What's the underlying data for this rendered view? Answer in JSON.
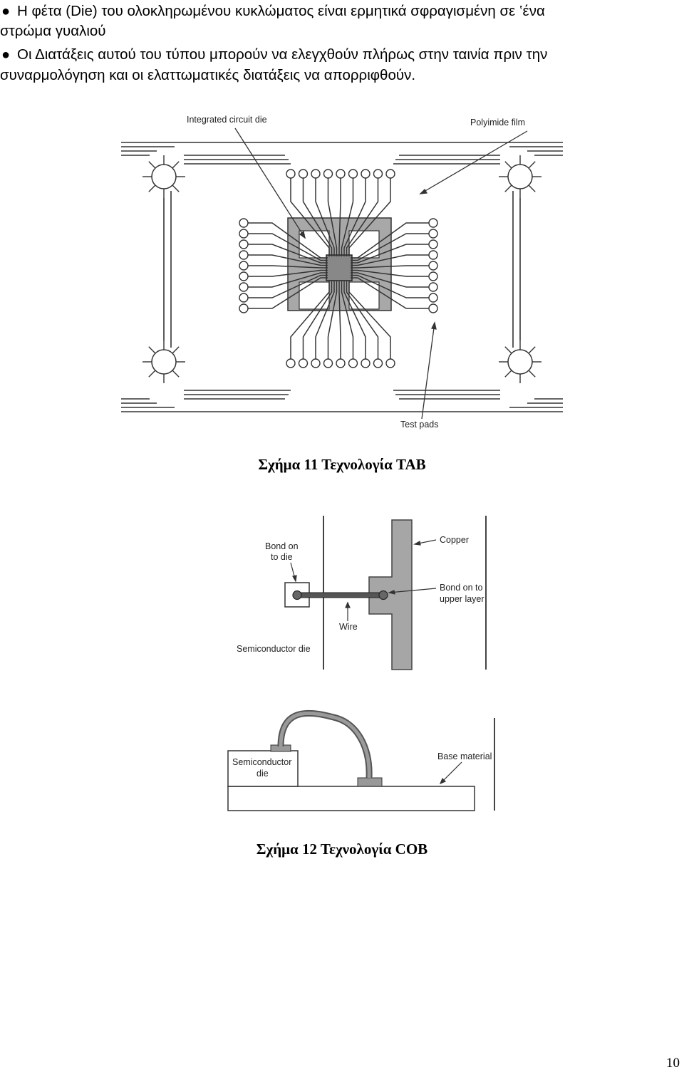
{
  "text": {
    "bullet1_line1": "Η φέτα (Die) του ολοκληρωμένου κυκλώματος είναι ερμητικά σφραγισμένη σε ‛ένα",
    "bullet1_line2": "στρώμα γυαλιού",
    "bullet2_line1": "Οι Διατάξεις αυτού του τύπου μπορούν να ελεγχθούν πλήρως στην ταινία πριν την",
    "bullet2_line2": "συναρμολόγηση και οι ελαττωματικές διατάξεις να απορριφθούν."
  },
  "figure11": {
    "label_die": "Integrated circuit die",
    "label_film": "Polyimide film",
    "label_pads": "Test pads",
    "caption": "Σχήμα 11 Τεχνολογία TAB"
  },
  "figure12": {
    "label_bond_die_1": "Bond on",
    "label_bond_die_2": "to die",
    "label_copper": "Copper",
    "label_bond_upper_1": "Bond on to",
    "label_bond_upper_2": "upper layer",
    "label_wire": "Wire",
    "label_semi": "Semiconductor die",
    "label_semi2_1": "Semiconductor",
    "label_semi2_2": "die",
    "label_base": "Base material",
    "caption": "Σχήμα 12 Τεχνολογία COB"
  },
  "page_number": "10"
}
